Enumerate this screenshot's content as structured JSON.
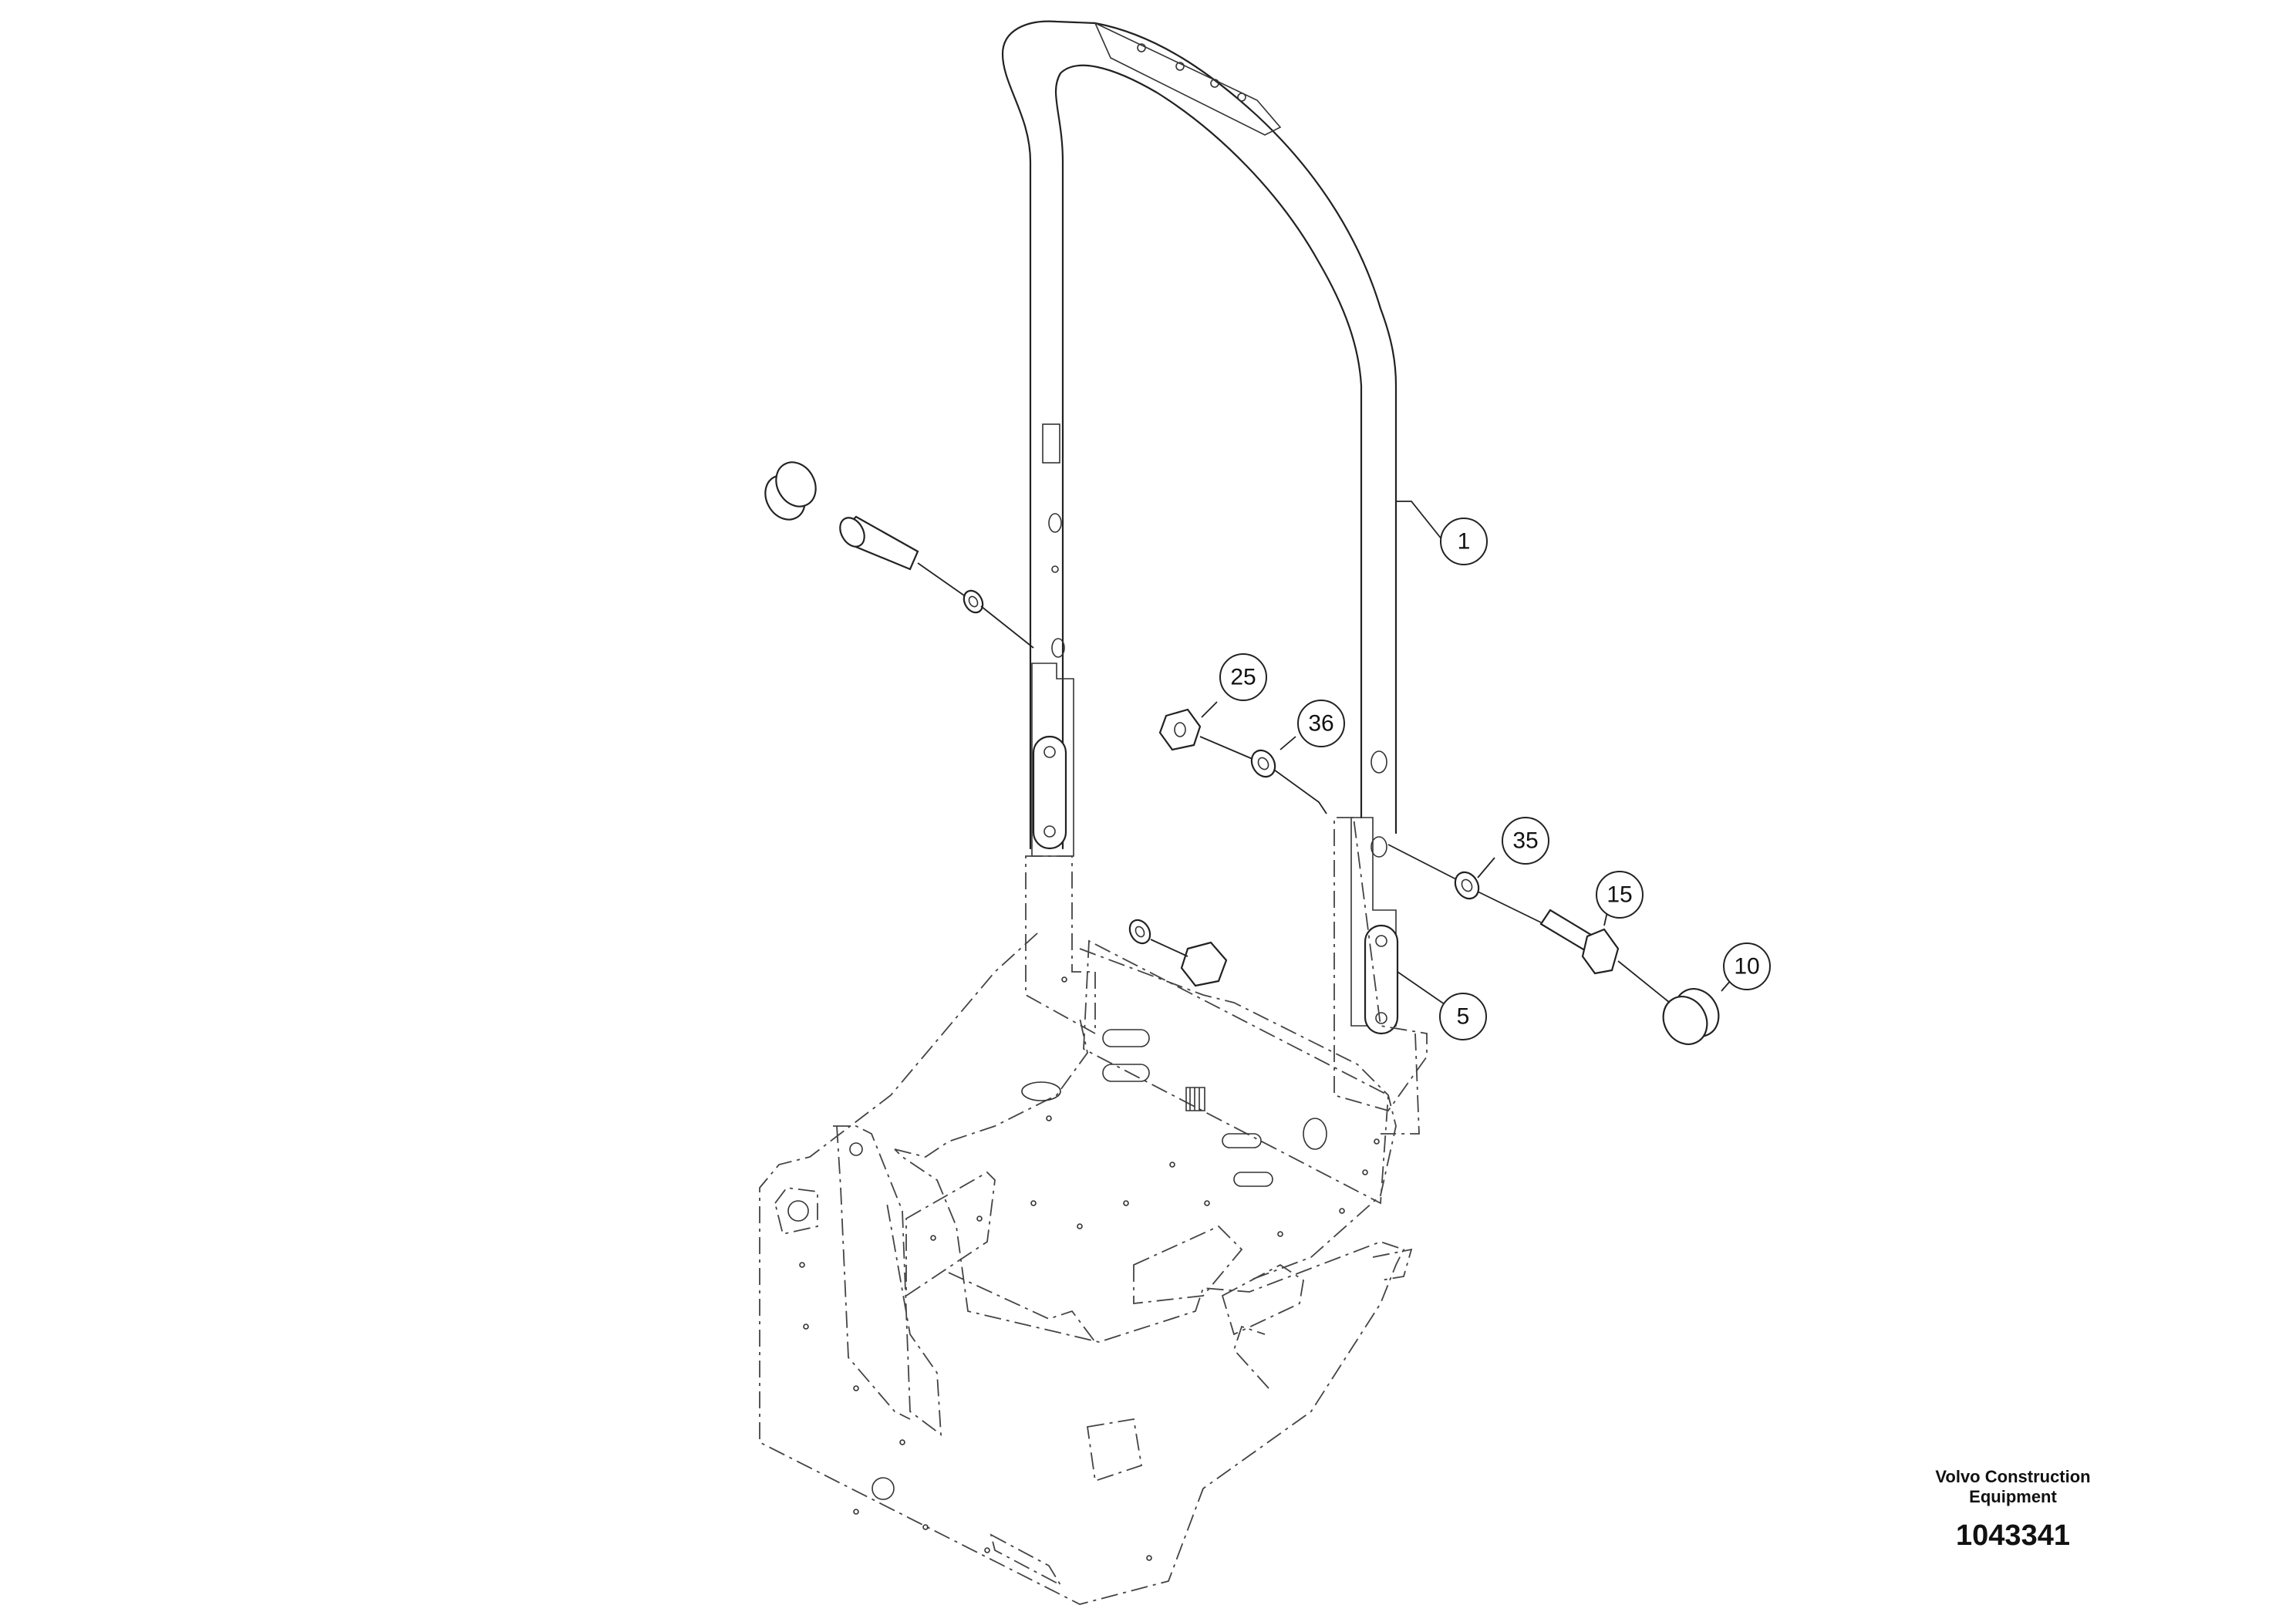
{
  "callouts": [
    {
      "id": "1",
      "label": "1"
    },
    {
      "id": "5",
      "label": "5"
    },
    {
      "id": "10",
      "label": "10"
    },
    {
      "id": "15",
      "label": "15"
    },
    {
      "id": "25",
      "label": "25"
    },
    {
      "id": "35",
      "label": "35"
    },
    {
      "id": "36",
      "label": "36"
    }
  ],
  "footer": {
    "brand_line1": "Volvo Construction",
    "brand_line2": "Equipment",
    "doc_number": "1043341"
  }
}
